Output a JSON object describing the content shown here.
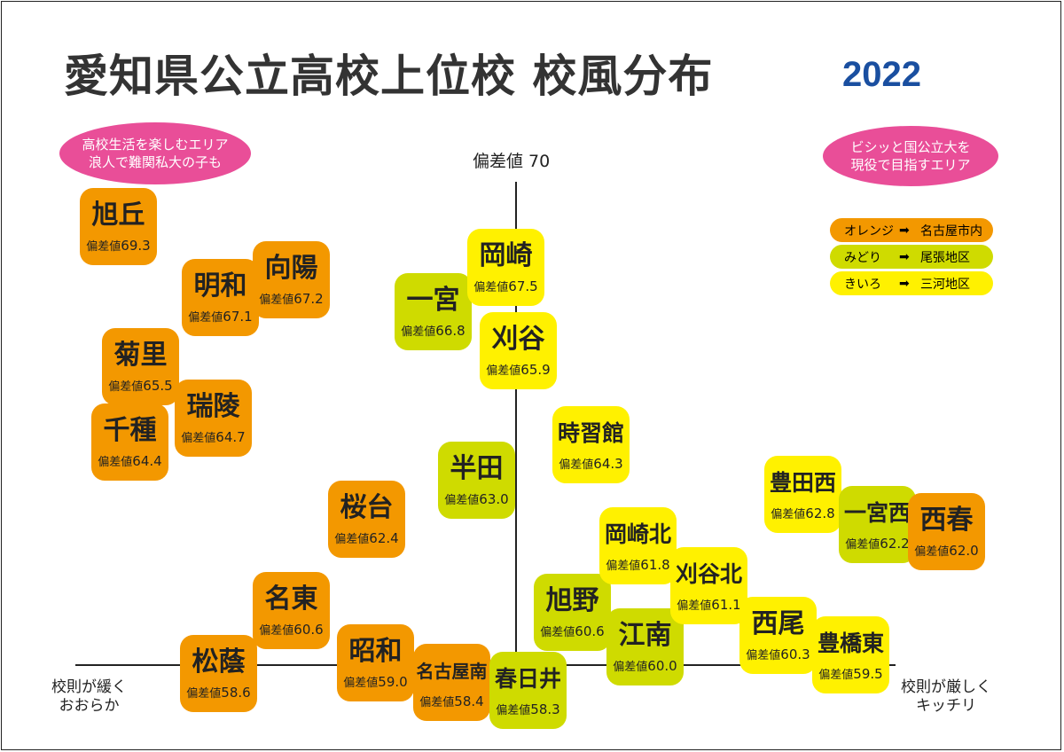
{
  "title": "愛知県公立高校上位校 校風分布",
  "year": "2022",
  "bubbles": {
    "left": [
      "高校生活を楽しむエリア",
      "浪人で難関私大の子も"
    ],
    "right": [
      "ビシッと国公立大を",
      "現役で目指すエリア"
    ]
  },
  "axis": {
    "top": "偏差値 70",
    "left": [
      "校則が緩く",
      "おおらか"
    ],
    "right": [
      "校則が厳しく",
      "キッチリ"
    ]
  },
  "colors": {
    "orange": "#f39800",
    "green": "#cfdb00",
    "yellow": "#fff100",
    "pink": "#e94e98",
    "blue": "#1a4fa0"
  },
  "legend": [
    {
      "color": "オレンジ",
      "arrow": "➡",
      "area": "名古屋市内",
      "key": "orange"
    },
    {
      "color": "みどり",
      "arrow": "➡",
      "area": "尾張地区",
      "key": "green"
    },
    {
      "color": "きいろ",
      "arrow": "➡",
      "area": "三河地区",
      "key": "yellow"
    }
  ],
  "deviation_prefix": "偏差値",
  "schools": [
    {
      "name": "旭丘",
      "deviation": "69.3",
      "region": "orange"
    },
    {
      "name": "明和",
      "deviation": "67.1",
      "region": "orange"
    },
    {
      "name": "向陽",
      "deviation": "67.2",
      "region": "orange"
    },
    {
      "name": "菊里",
      "deviation": "65.5",
      "region": "orange"
    },
    {
      "name": "瑞陵",
      "deviation": "64.7",
      "region": "orange"
    },
    {
      "name": "千種",
      "deviation": "64.4",
      "region": "orange"
    },
    {
      "name": "一宮",
      "deviation": "66.8",
      "region": "green"
    },
    {
      "name": "岡崎",
      "deviation": "67.5",
      "region": "yellow"
    },
    {
      "name": "刈谷",
      "deviation": "65.9",
      "region": "yellow"
    },
    {
      "name": "時習館",
      "deviation": "64.3",
      "region": "yellow"
    },
    {
      "name": "半田",
      "deviation": "63.0",
      "region": "green"
    },
    {
      "name": "桜台",
      "deviation": "62.4",
      "region": "orange"
    },
    {
      "name": "名東",
      "deviation": "60.6",
      "region": "orange"
    },
    {
      "name": "松蔭",
      "deviation": "58.6",
      "region": "orange"
    },
    {
      "name": "昭和",
      "deviation": "59.0",
      "region": "orange"
    },
    {
      "name": "名古屋南",
      "deviation": "58.4",
      "region": "orange"
    },
    {
      "name": "春日井",
      "deviation": "58.3",
      "region": "green"
    },
    {
      "name": "旭野",
      "deviation": "60.6",
      "region": "green"
    },
    {
      "name": "江南",
      "deviation": "60.0",
      "region": "green"
    },
    {
      "name": "岡崎北",
      "deviation": "61.8",
      "region": "yellow"
    },
    {
      "name": "刈谷北",
      "deviation": "61.1",
      "region": "yellow"
    },
    {
      "name": "西尾",
      "deviation": "60.3",
      "region": "yellow"
    },
    {
      "name": "豊橋東",
      "deviation": "59.5",
      "region": "yellow"
    },
    {
      "name": "豊田西",
      "deviation": "62.8",
      "region": "yellow"
    },
    {
      "name": "一宮西",
      "deviation": "62.2",
      "region": "green"
    },
    {
      "name": "西春",
      "deviation": "62.0",
      "region": "orange"
    }
  ]
}
